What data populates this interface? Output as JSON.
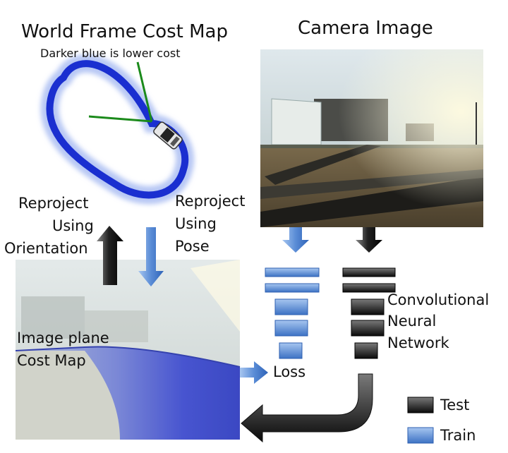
{
  "titles": {
    "world_map": "World Frame Cost Map",
    "camera": "Camera Image"
  },
  "annotations": {
    "cost_hint": "Darker blue is lower cost",
    "reproject_orientation": [
      "Reproject",
      "Using",
      "Orientation"
    ],
    "reproject_pose": [
      "Reproject",
      "Using",
      "Pose"
    ],
    "image_plane": [
      "Image plane",
      "Cost Map"
    ],
    "cnn": [
      "Convolutional",
      "Neural",
      "Network"
    ],
    "loss": "Loss"
  },
  "legend": {
    "test": "Test",
    "train": "Train"
  },
  "colors": {
    "train_blue": "#5b8fd8",
    "test_black": "#222222",
    "cost_blue": "#1a2fd0",
    "heading_green": "#1b8a1b"
  }
}
